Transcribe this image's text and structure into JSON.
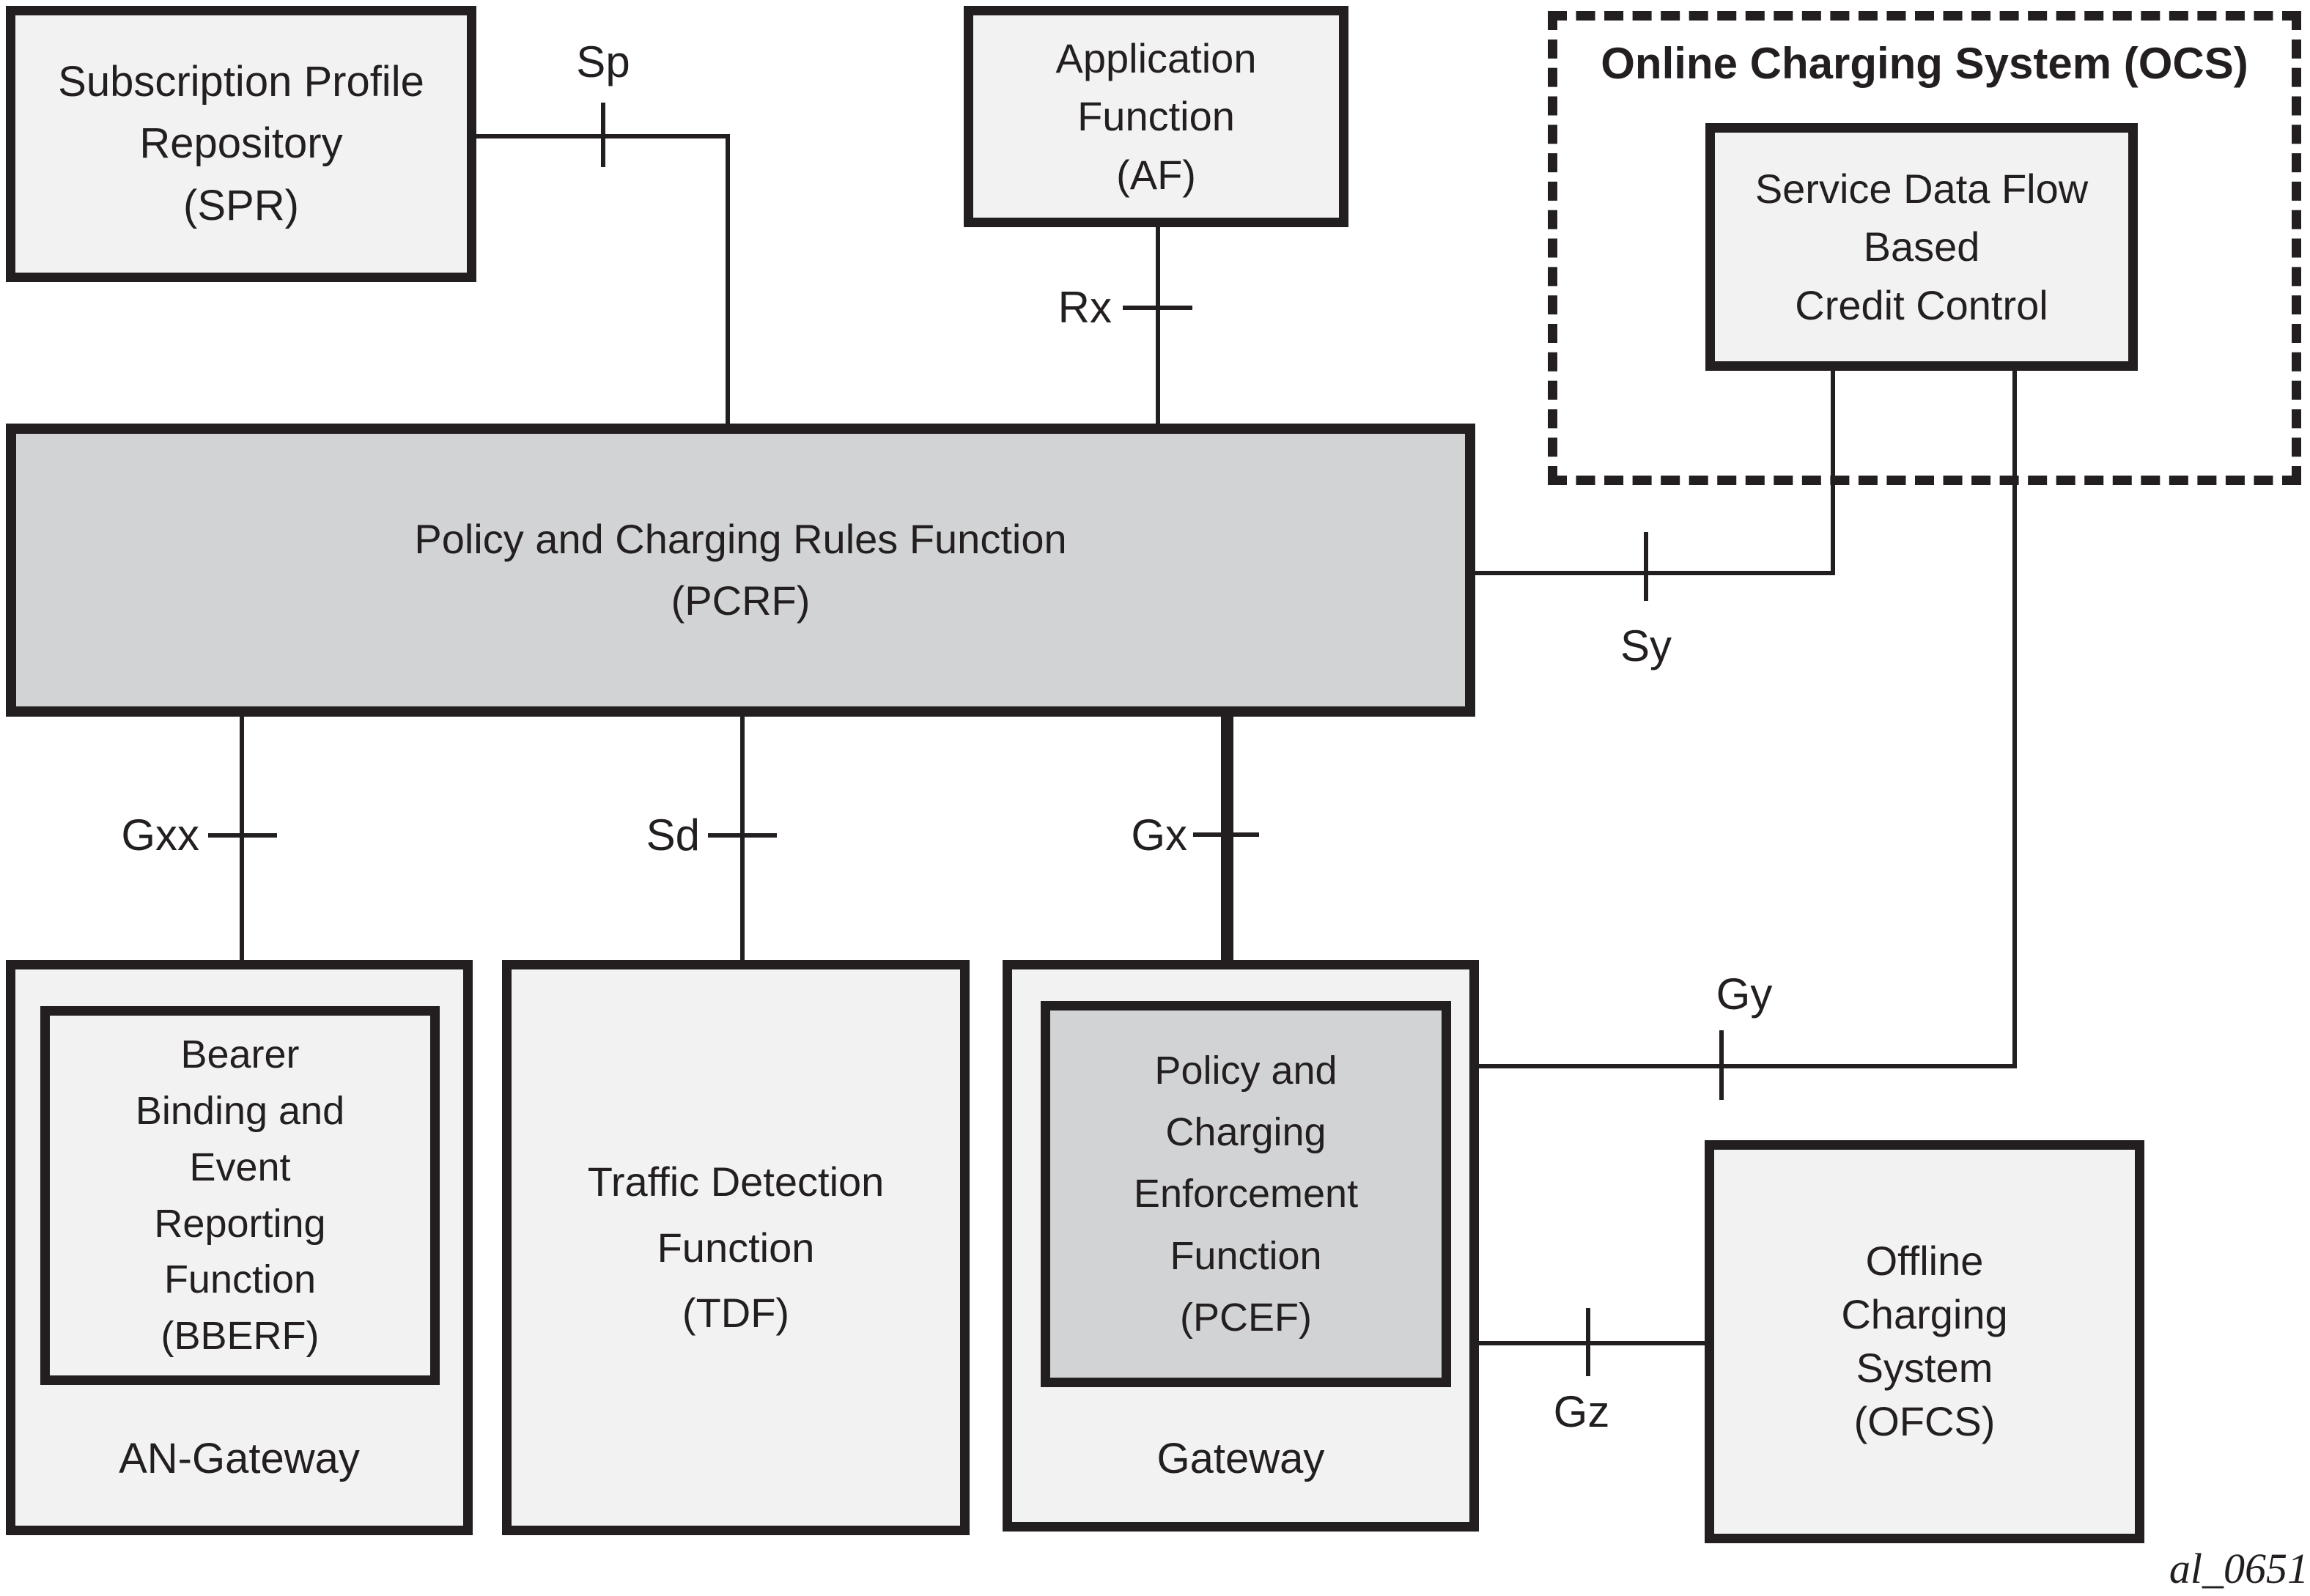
{
  "diagram": {
    "figure_id": "al_0651",
    "colors": {
      "line_black": "#231f20",
      "box_fill_light": "#f1f2f1",
      "box_fill_gray": "#d1d3d4",
      "background": "#ffffff"
    },
    "nodes": {
      "spr": {
        "lines": [
          "Subscription Profile",
          "Repository",
          "(SPR)"
        ]
      },
      "af": {
        "lines": [
          "Application",
          "Function",
          "(AF)"
        ]
      },
      "ocs": {
        "title": "Online Charging System (OCS)"
      },
      "credit_control": {
        "lines": [
          "Service Data Flow",
          "Based",
          "Credit Control"
        ]
      },
      "pcrf": {
        "lines": [
          "Policy and Charging Rules Function",
          "(PCRF)"
        ]
      },
      "bberf": {
        "lines": [
          "Bearer",
          "Binding and",
          "Event",
          "Reporting",
          "Function",
          "(BBERF)"
        ]
      },
      "an_gateway": {
        "label": "AN-Gateway"
      },
      "tdf": {
        "lines": [
          "Traffic Detection",
          "Function",
          "(TDF)"
        ]
      },
      "pcef": {
        "lines": [
          "Policy and",
          "Charging",
          "Enforcement",
          "Function",
          "(PCEF)"
        ]
      },
      "gateway": {
        "label": "Gateway"
      },
      "ofcs": {
        "lines": [
          "Offline",
          "Charging",
          "System",
          "(OFCS)"
        ]
      }
    },
    "interfaces": {
      "sp": "Sp",
      "rx": "Rx",
      "sy": "Sy",
      "gxx": "Gxx",
      "sd": "Sd",
      "gx": "Gx",
      "gy": "Gy",
      "gz": "Gz"
    }
  }
}
